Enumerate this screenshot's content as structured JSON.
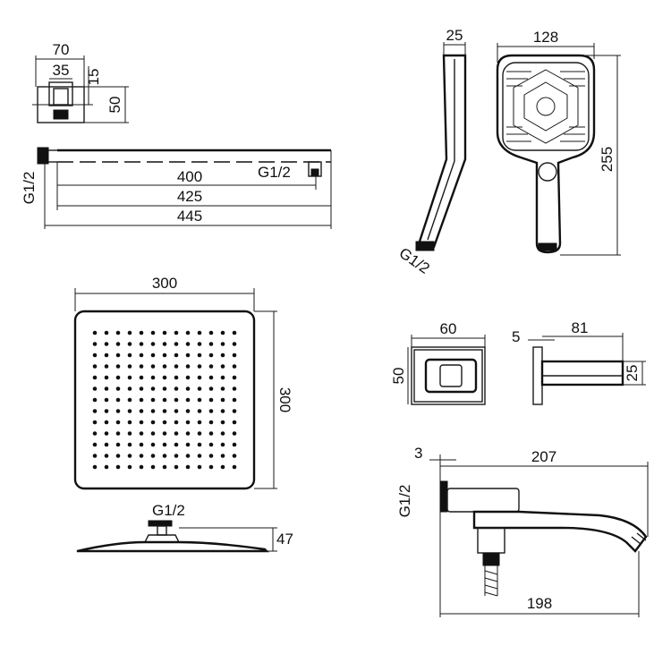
{
  "arm_top_view": {
    "width": "70",
    "inner_width": "35",
    "offset": "15",
    "height": "50"
  },
  "arm_side_view": {
    "thread_left": "G1/2",
    "thread_right": "G1/2",
    "length_1": "400",
    "length_2": "425",
    "length_3": "445"
  },
  "hand_shower_side": {
    "thickness": "25",
    "thread": "G1/2"
  },
  "hand_shower_front": {
    "width": "128",
    "height": "255"
  },
  "rain_head_top": {
    "width": "300",
    "depth": "300"
  },
  "rain_head_side": {
    "thread": "G1/2",
    "height": "47"
  },
  "holder_front": {
    "width": "60",
    "height": "50"
  },
  "holder_side": {
    "offset": "5",
    "length": "81",
    "height": "25"
  },
  "spout": {
    "offset": "3",
    "total_length": "207",
    "projection": "198",
    "thread": "G1/2"
  }
}
